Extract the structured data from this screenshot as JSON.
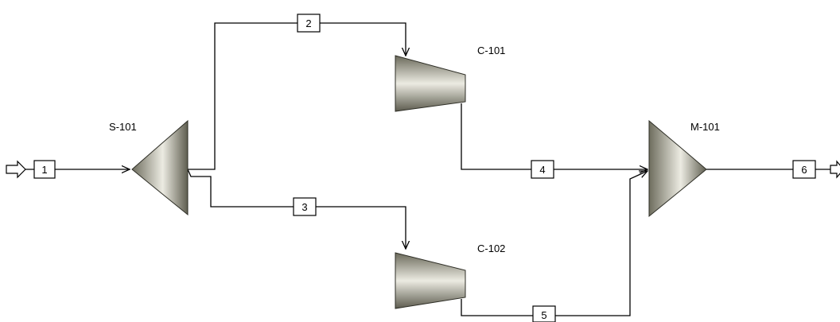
{
  "equipment": {
    "splitter": {
      "label": "S-101",
      "type": "splitter"
    },
    "compressor_1": {
      "label": "C-101",
      "type": "compressor"
    },
    "compressor_2": {
      "label": "C-102",
      "type": "compressor"
    },
    "mixer": {
      "label": "M-101",
      "type": "mixer"
    }
  },
  "streams": {
    "s1": {
      "label": "1",
      "from": "feed",
      "to": "S-101"
    },
    "s2": {
      "label": "2",
      "from": "S-101",
      "to": "C-101"
    },
    "s3": {
      "label": "3",
      "from": "S-101",
      "to": "C-102"
    },
    "s4": {
      "label": "4",
      "from": "C-101",
      "to": "M-101"
    },
    "s5": {
      "label": "5",
      "from": "C-102",
      "to": "M-101"
    },
    "s6": {
      "label": "6",
      "from": "M-101",
      "to": "product"
    }
  },
  "colors": {
    "unit_light": "#ecebe2",
    "unit_dark": "#6e6d5e",
    "line": "#000000"
  },
  "icons": {
    "feed": "feed-arrow-icon",
    "product": "product-arrow-icon"
  }
}
